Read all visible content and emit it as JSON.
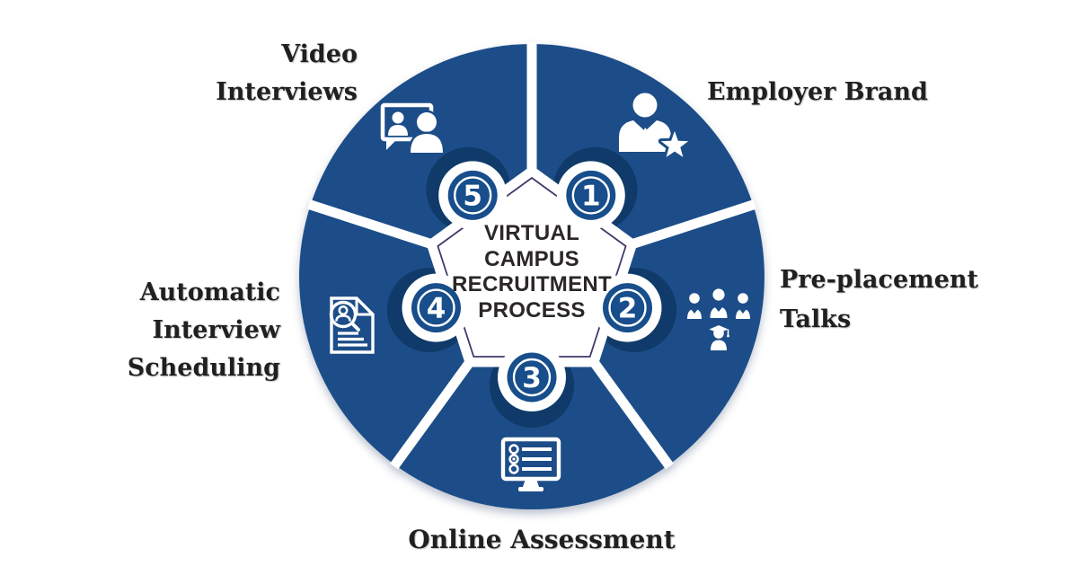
{
  "diagram": {
    "title_lines": [
      "VIRTUAL",
      "CAMPUS",
      "RECRUITMENT",
      "PROCESS"
    ],
    "steps": [
      {
        "number": "1",
        "label_lines": [
          "Employer Brand"
        ],
        "icon": "employer-brand-person-star-icon"
      },
      {
        "number": "2",
        "label_lines": [
          "Pre-placement",
          "Talks"
        ],
        "icon": "audience-graduate-icon"
      },
      {
        "number": "3",
        "label_lines": [
          "Online Assessment"
        ],
        "icon": "assessment-monitor-checklist-icon"
      },
      {
        "number": "4",
        "label_lines": [
          "Automatic",
          "Interview",
          "Scheduling"
        ],
        "icon": "resume-search-icon"
      },
      {
        "number": "5",
        "label_lines": [
          "Video",
          "Interviews"
        ],
        "icon": "video-interview-screen-icon"
      }
    ],
    "colors": {
      "segment_blue": "#1c4d88",
      "disc_blue": "#174e8b",
      "shadow_navy": "#0f3a69",
      "pentagon_line": "#43386a",
      "label_text": "#221f1f",
      "title_text": "#2b2627",
      "background": "#ffffff",
      "icon_white": "#ffffff"
    }
  }
}
